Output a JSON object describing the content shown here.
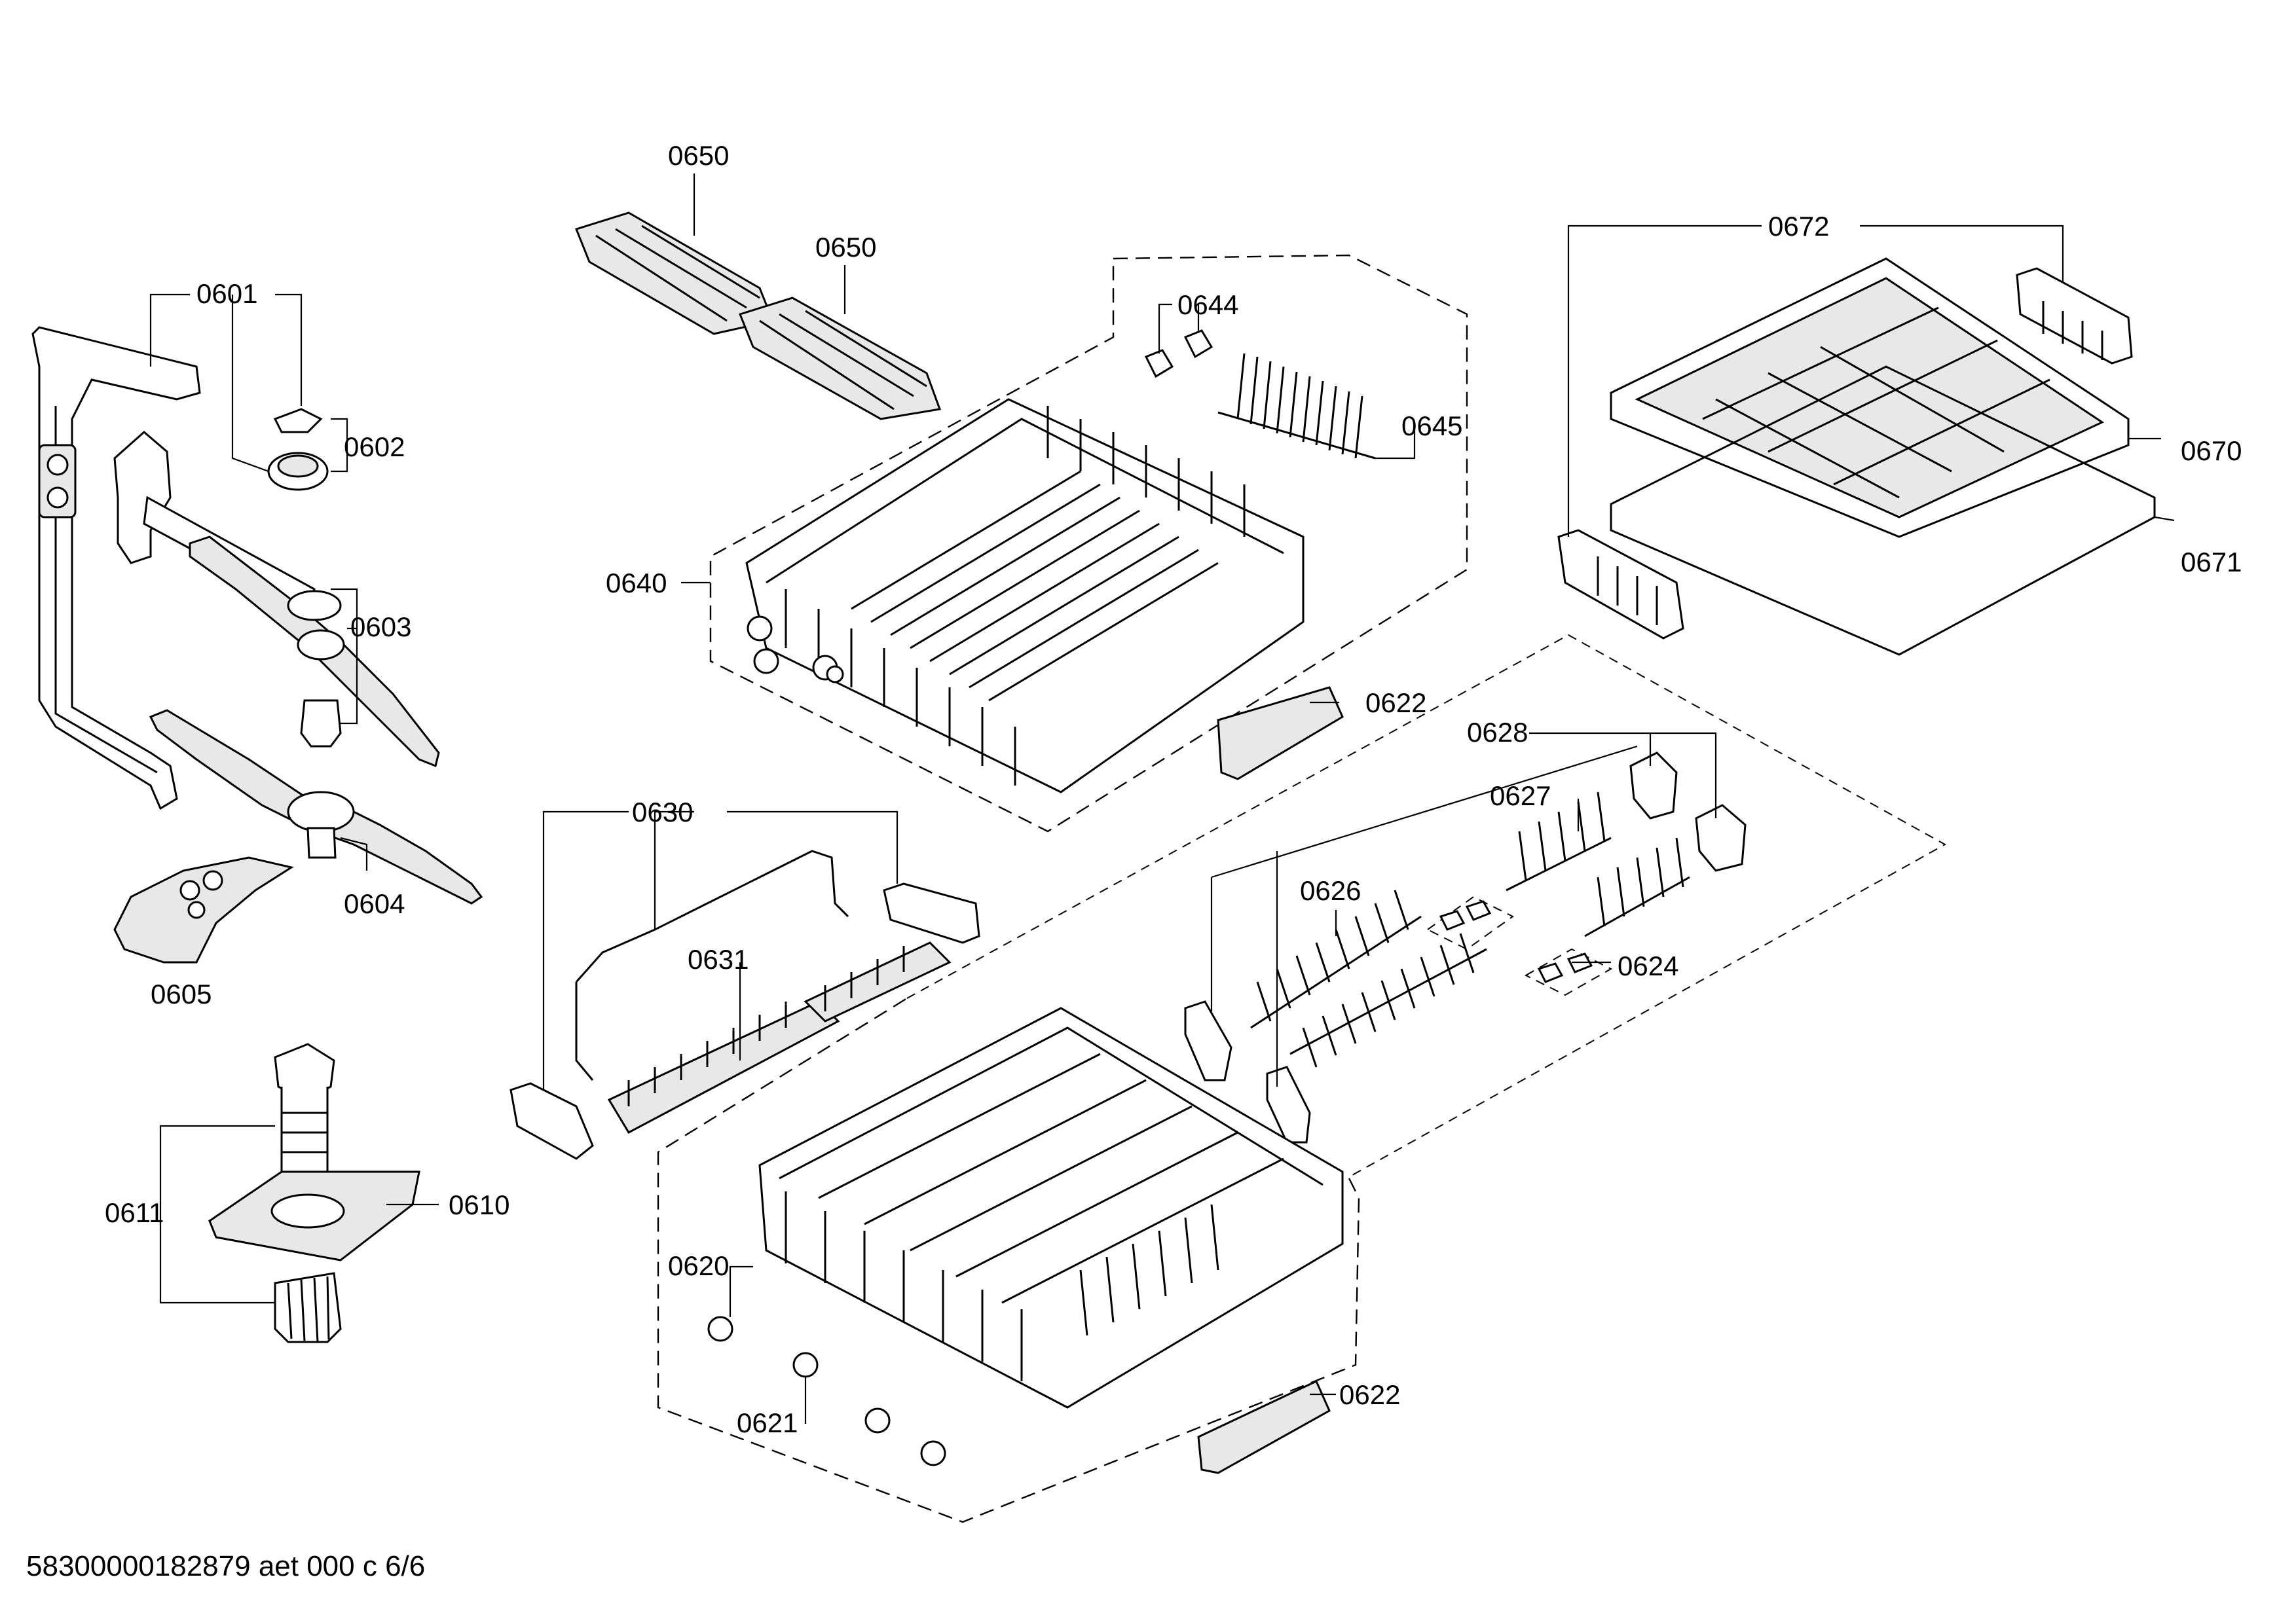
{
  "labels": {
    "p0601": "0601",
    "p0602": "0602",
    "p0603": "0603",
    "p0604": "0604",
    "p0605": "0605",
    "p0610": "0610",
    "p0611": "0611",
    "p0620": "0620",
    "p0621": "0621",
    "p0622a": "0622",
    "p0622b": "0622",
    "p0624": "0624",
    "p0626": "0626",
    "p0627": "0627",
    "p0628": "0628",
    "p0630": "0630",
    "p0631": "0631",
    "p0640": "0640",
    "p0644": "0644",
    "p0645": "0645",
    "p0650a": "0650",
    "p0650b": "0650",
    "p0670": "0670",
    "p0671": "0671",
    "p0672": "0672"
  },
  "footer": {
    "code": "58300000182879 aet 000 c 6/6"
  }
}
